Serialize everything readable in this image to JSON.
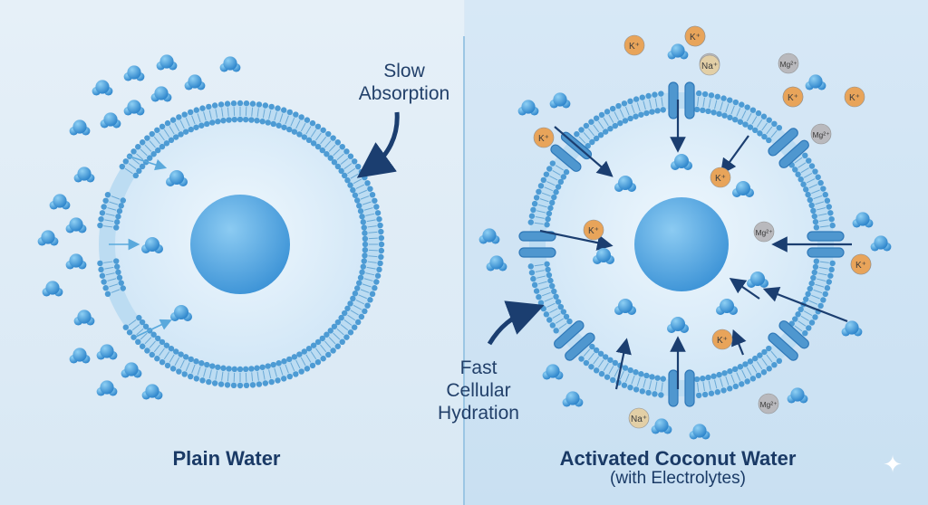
{
  "left": {
    "title": "Plain Water",
    "callout": "Slow\nAbsorption"
  },
  "right": {
    "title": "Activated Coconut Water",
    "subtitle": "(with Electrolytes)",
    "callout": "Fast\nCellular\nHydration"
  },
  "colors": {
    "membrane": "#4d9bd4",
    "membrane_dark": "#2f78b8",
    "cell_fill": "#ddeefa",
    "nucleus": "#4ea6e2",
    "water": "#3d96d8",
    "potassium": "#e8a45a",
    "magnesium": "#b9b9bd",
    "sodium": "#e2cfa6",
    "arrow": "#1b3e70",
    "title": "#1a3a66"
  },
  "icons": [
    "water-molecule-icon",
    "potassium-ion-icon",
    "sodium-ion-icon",
    "magnesium-ion-icon",
    "sparkle-icon"
  ],
  "ions": {
    "potassium": "K⁺",
    "sodium": "Na⁺",
    "magnesium": "Mg²⁺"
  }
}
